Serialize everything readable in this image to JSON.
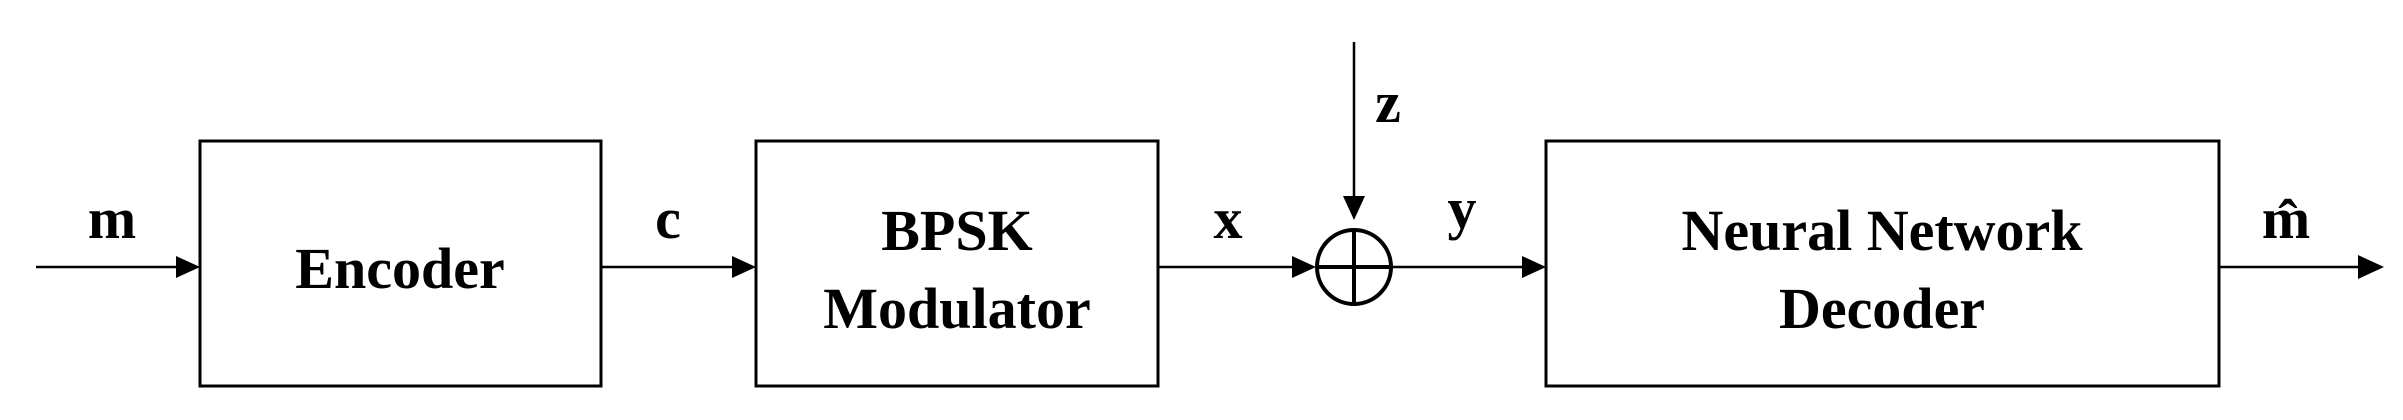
{
  "blocks": {
    "encoder": {
      "label": "Encoder"
    },
    "modulator": {
      "line1": "BPSK",
      "line2": "Modulator"
    },
    "decoder": {
      "line1": "Neural Network",
      "line2": "Decoder"
    }
  },
  "signals": {
    "message": "m",
    "codeword": "c",
    "modulated": "x",
    "noise": "z",
    "received": "y",
    "estimate": "m̂"
  },
  "colors": {
    "stroke": "#000000",
    "background": "#ffffff"
  }
}
